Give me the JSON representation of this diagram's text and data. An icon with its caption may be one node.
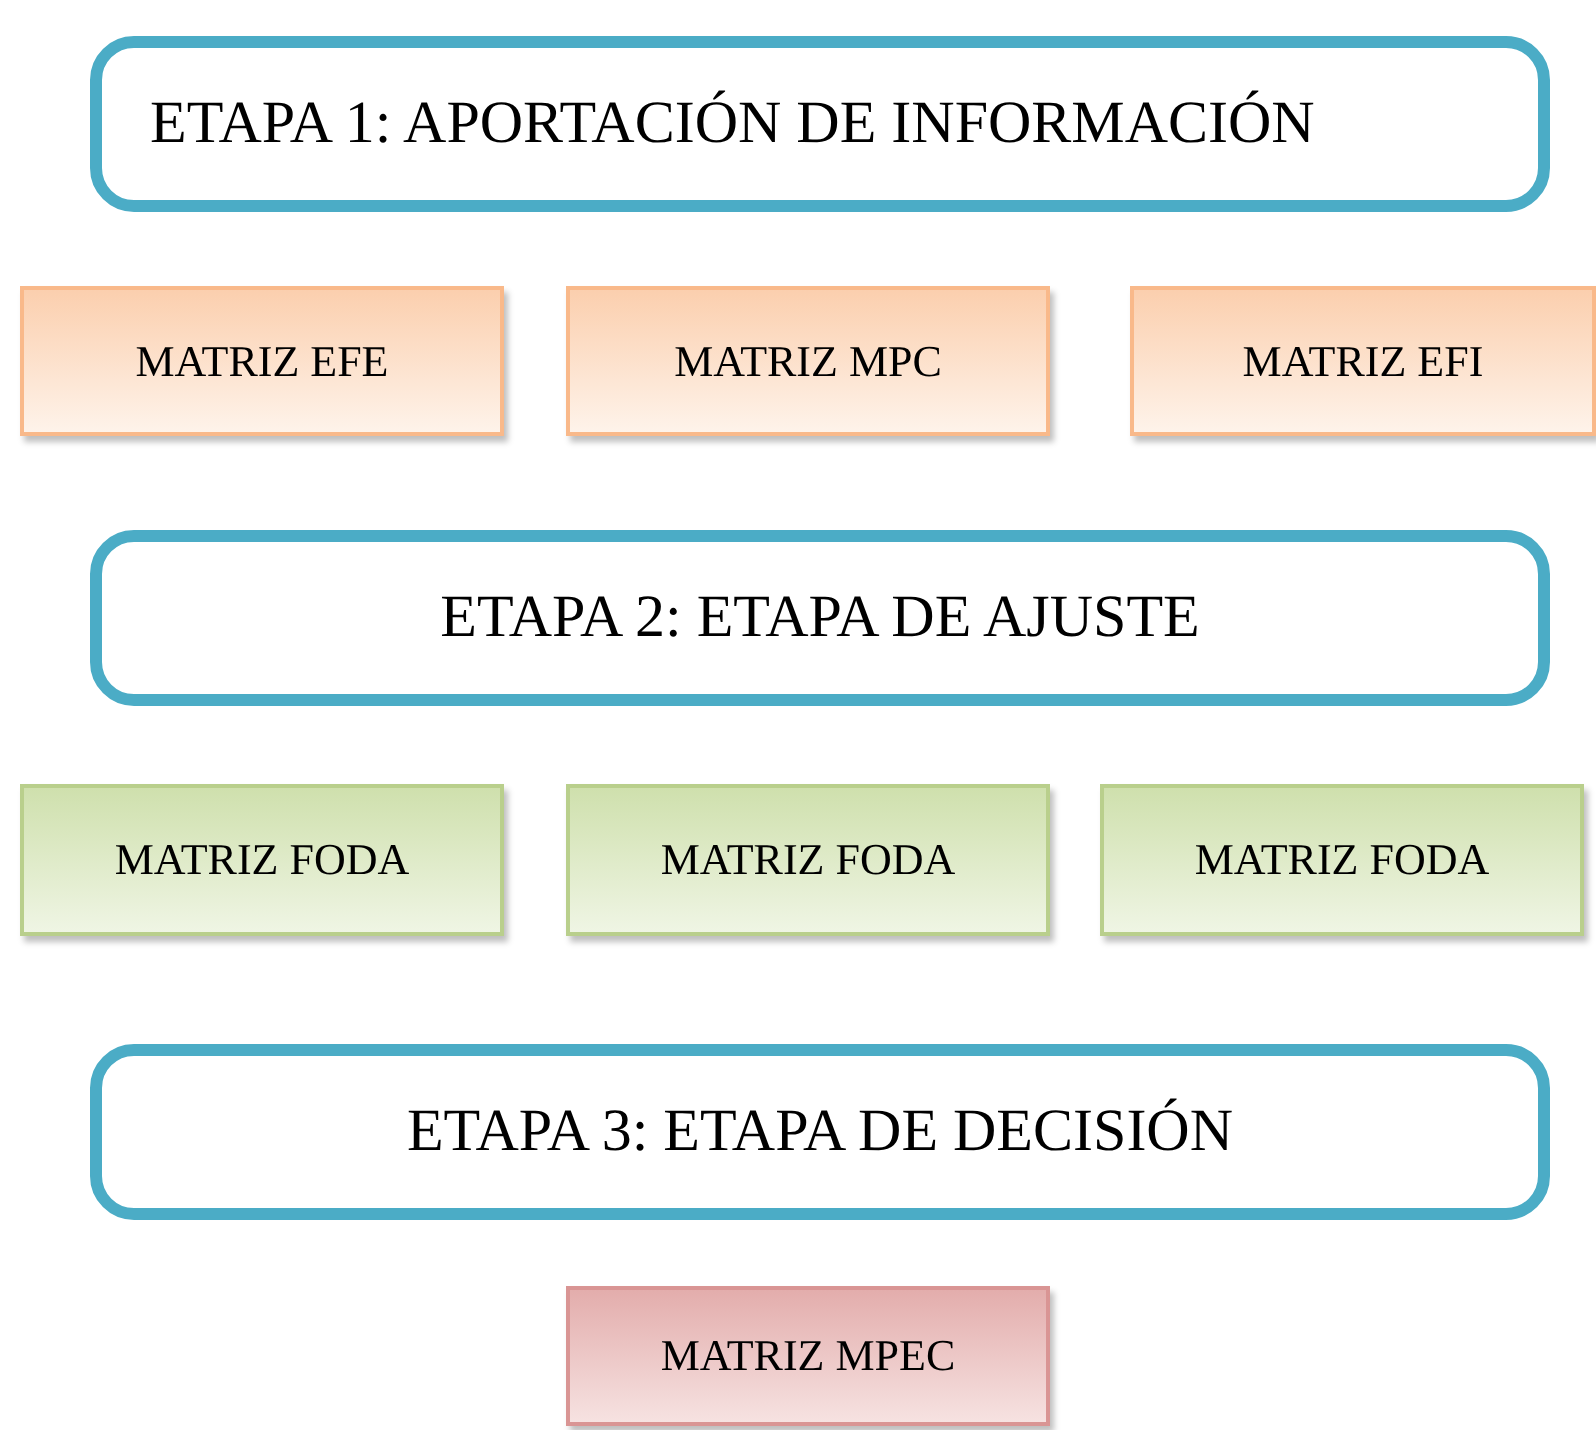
{
  "diagram": {
    "nodes": [
      {
        "text": [
          "ETAPA 1: APORTACIÓN DE INFORMACIÓN"
        ]
      },
      {
        "text": [
          "MATRIZ EFE"
        ]
      },
      {
        "text": [
          "MATRIZ MPC"
        ]
      },
      {
        "text": [
          "MATRIZ EFI"
        ]
      },
      {
        "text": [
          "ETAPA 2: ETAPA DE AJUSTE"
        ]
      },
      {
        "text": [
          "MATRIZ FODA"
        ]
      },
      {
        "text": [
          "MATRIZ FODA"
        ]
      },
      {
        "text": [
          "MATRIZ FODA"
        ]
      },
      {
        "text": [
          "ETAPA 3: ETAPA DE DECISIÓN"
        ]
      },
      {
        "text": [
          "MATRIZ MPEC"
        ]
      }
    ]
  }
}
